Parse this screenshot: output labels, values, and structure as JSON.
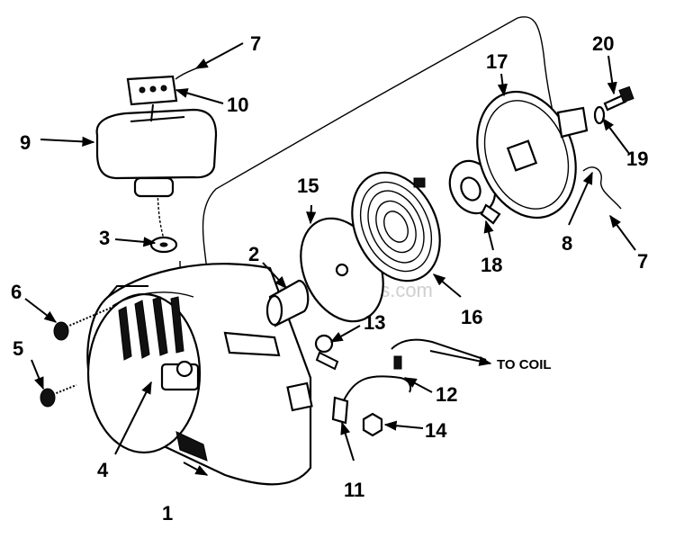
{
  "diagram": {
    "watermark": "eReplacementParts.com",
    "annotation": "TO COIL",
    "callouts": [
      "1",
      "2",
      "3",
      "4",
      "5",
      "6",
      "7",
      "7",
      "8",
      "9",
      "10",
      "11",
      "12",
      "13",
      "14",
      "15",
      "16",
      "17",
      "18",
      "19",
      "20"
    ]
  }
}
